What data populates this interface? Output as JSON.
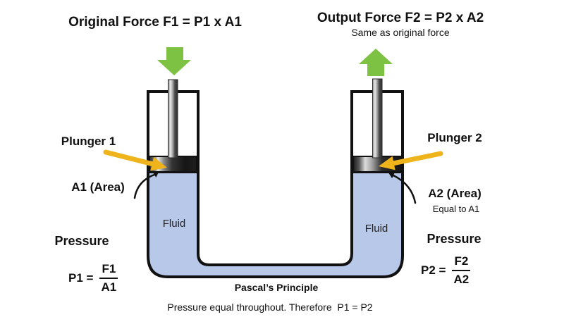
{
  "colors": {
    "fluid": "#b7c8e8",
    "outline": "#111111",
    "green_arrow": "#7dc242",
    "yellow_arrow": "#efb31b"
  },
  "left": {
    "title": "Original Force F1 = P1 x A1",
    "plunger_label": "Plunger 1",
    "area_label": "A1 (Area)",
    "fluid_label": "Fluid",
    "pressure_label": "Pressure",
    "formula_lhs": "P1 =",
    "formula_num": "F1",
    "formula_den": "A1"
  },
  "right": {
    "title": "Output Force F2 = P2 x A2",
    "subtitle": "Same as original force",
    "plunger_label": "Plunger 2",
    "area_label": "A2 (Area)",
    "area_note": "Equal to A1",
    "fluid_label": "Fluid",
    "pressure_label": "Pressure",
    "formula_lhs": "P2 =",
    "formula_num": "F2",
    "formula_den": "A2"
  },
  "footer": {
    "title": "Pascal’s Principle",
    "caption": "Pressure equal throughout. Therefore  P1 = P2"
  }
}
